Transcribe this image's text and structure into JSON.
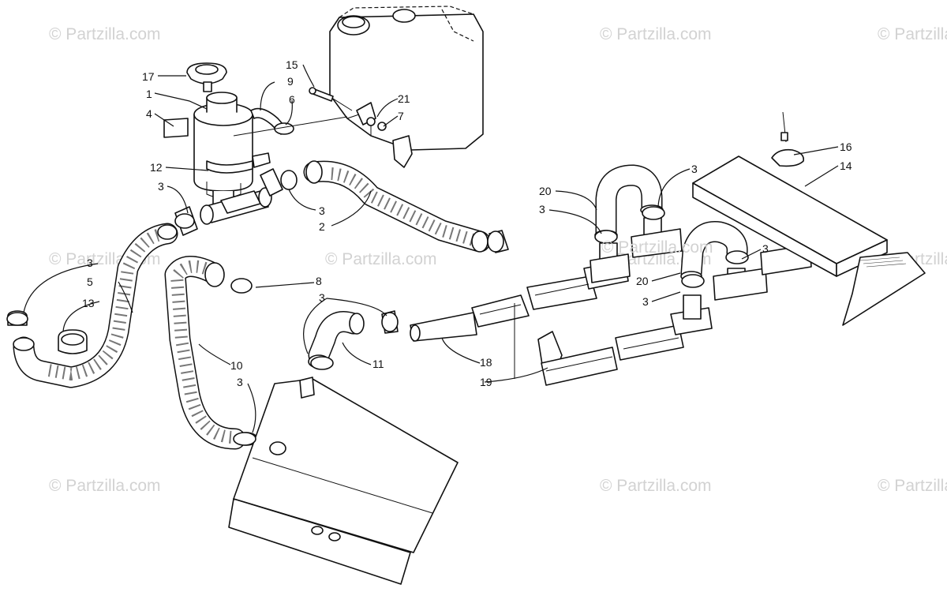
{
  "diagram": {
    "watermark": "© Partzilla.com",
    "callouts": [
      "1",
      "2",
      "3",
      "4",
      "5",
      "6",
      "7",
      "8",
      "9",
      "10",
      "11",
      "12",
      "13",
      "14",
      "15",
      "16",
      "17",
      "18",
      "19",
      "20",
      "21"
    ]
  },
  "colors": {
    "line": "#111111",
    "watermark": "#d2d2d2",
    "background": "#ffffff"
  }
}
